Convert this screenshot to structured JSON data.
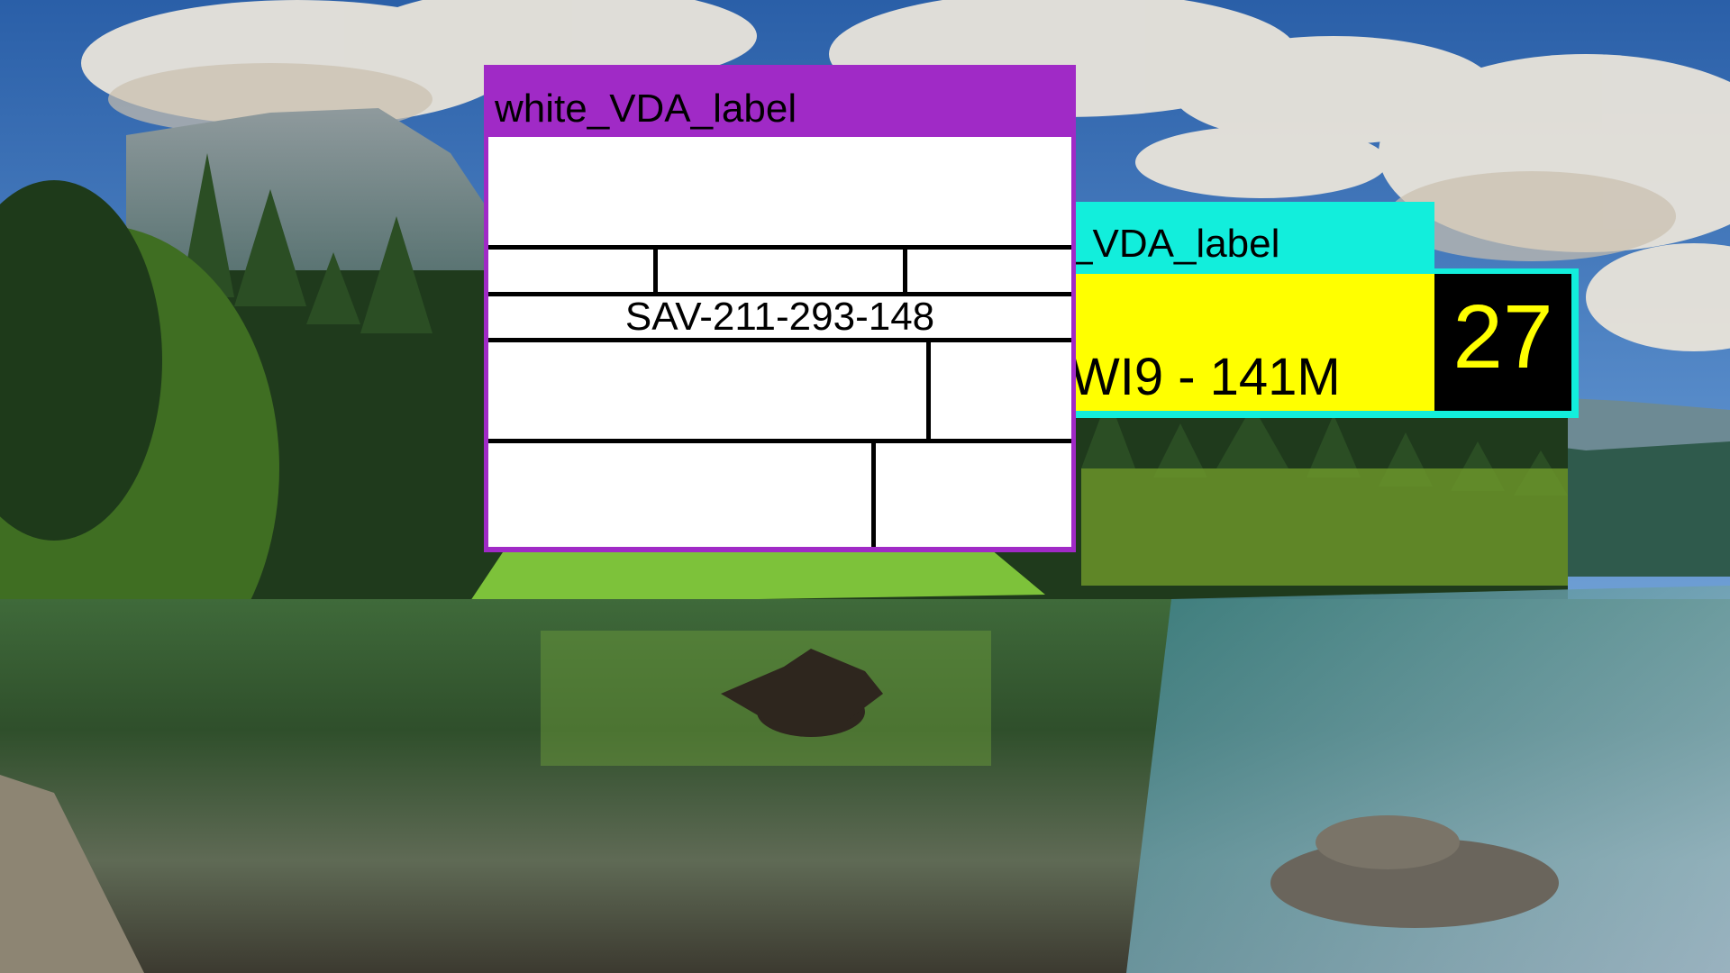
{
  "desktop": {
    "wallpaper": "mountain-lake-forest-landscape"
  },
  "windows": {
    "yellow_label": {
      "title": "_VDA_label",
      "code": "WI9 - 141M",
      "number": "27",
      "colors": {
        "titlebar": "#12eedc",
        "panel": "#ffff00",
        "number_box": "#000000",
        "number_text": "#ffff00"
      }
    },
    "white_label": {
      "title": "white_VDA_label",
      "serial": "SAV-211-293-148",
      "colors": {
        "titlebar": "#a02ac6",
        "sheet": "#ffffff",
        "grid_lines": "#000000"
      }
    }
  }
}
